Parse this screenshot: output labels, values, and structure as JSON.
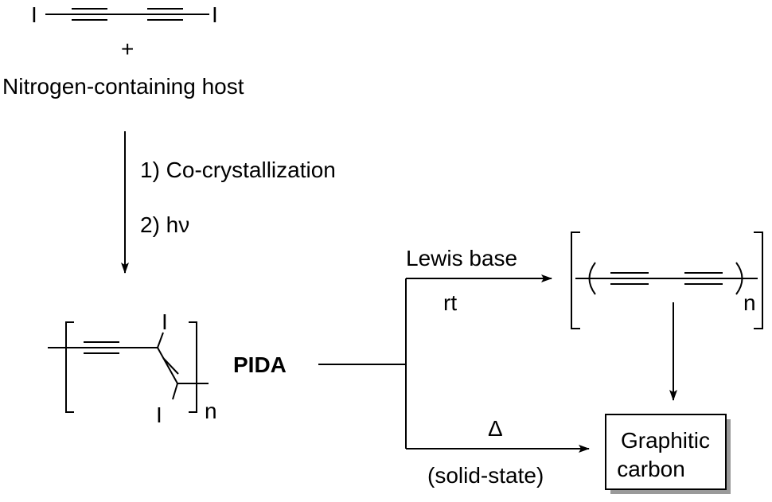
{
  "reactants": {
    "iodine_left": "I",
    "iodine_right": "I",
    "plus": "+",
    "host": "Nitrogen-containing host"
  },
  "steps": {
    "step1": "1) Co-crystallization",
    "step2": "2) hν"
  },
  "pida": {
    "iodine_top": "I",
    "iodine_bottom": "I",
    "repeat": "n",
    "name": "PIDA"
  },
  "upper_path": {
    "reagent": "Lewis base",
    "condition": "rt",
    "repeat": "n"
  },
  "lower_path": {
    "reagent": "Δ",
    "condition": "(solid-state)"
  },
  "product": {
    "line1": "Graphitic",
    "line2": "carbon"
  }
}
